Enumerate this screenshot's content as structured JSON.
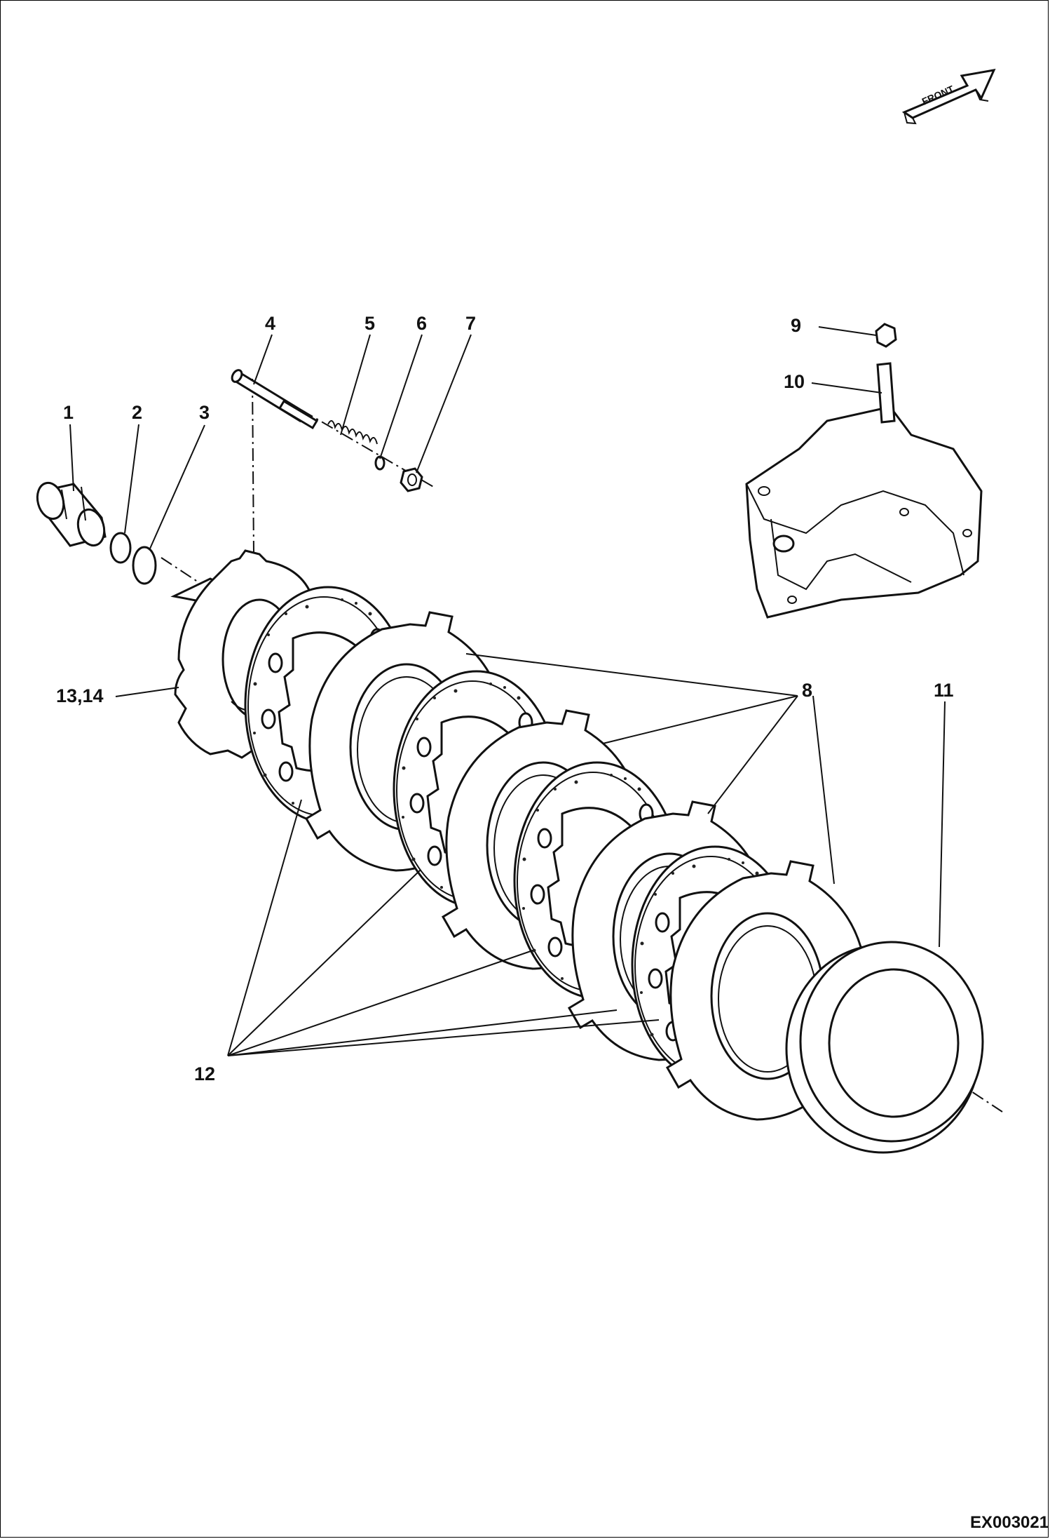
{
  "diagram": {
    "callouts": [
      "1",
      "2",
      "3",
      "4",
      "5",
      "6",
      "7",
      "8",
      "9",
      "10",
      "11",
      "12",
      "13,14"
    ],
    "front_arrow_label": "FRONT",
    "drawing_code": "EX003021"
  }
}
